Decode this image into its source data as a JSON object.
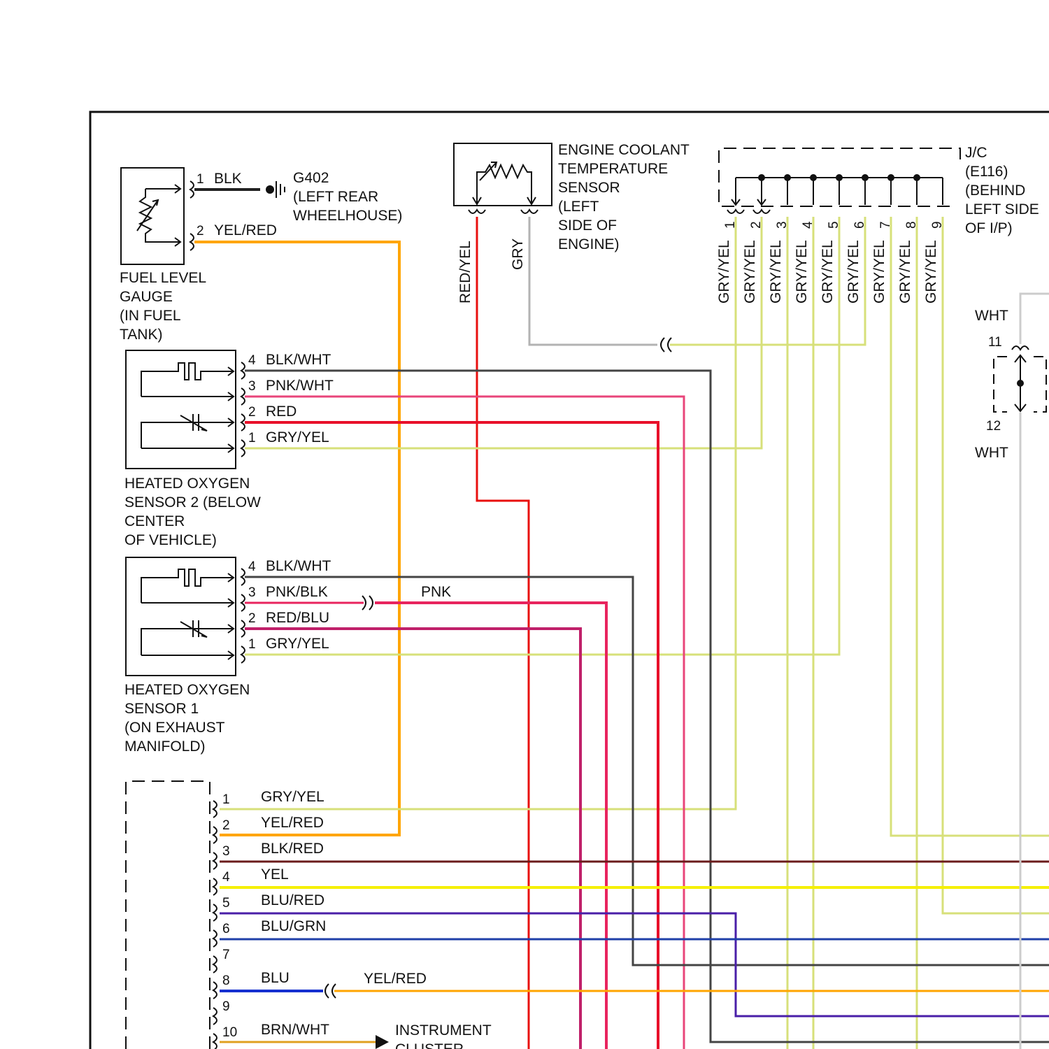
{
  "colors": {
    "YEL_RED": "#ffa500",
    "RED_YEL": "#e8100f",
    "GRY": "#b3b3b3",
    "GRY_YEL": "#d7e07a",
    "BLK_WHT": "#444444",
    "PNK_WHT": "#e8457a",
    "RED": "#e8102a",
    "PNK": "#e8245e",
    "RED_BLU": "#c0206a",
    "BLK_RED": "#6b1b1b",
    "YEL": "#f5f000",
    "BLU_RED": "#4a1fa8",
    "BLU_GRN": "#1f3fa8",
    "BLU": "#1530d0",
    "BRN_WHT": "#e0a020",
    "WHT": "#cccccc",
    "BLK": "#222222"
  },
  "fuel_gauge": {
    "label": [
      "FUEL LEVEL",
      "GAUGE",
      "(IN FUEL",
      "TANK)"
    ],
    "pins": [
      {
        "num": "1",
        "wire": "BLK"
      },
      {
        "num": "2",
        "wire": "YEL/RED"
      }
    ]
  },
  "ground": {
    "label": [
      "G402",
      "(LEFT REAR",
      "WHEELHOUSE)"
    ]
  },
  "ect_sensor": {
    "label": [
      "ENGINE COOLANT",
      "TEMPERATURE",
      "SENSOR",
      "(LEFT",
      "SIDE OF",
      "ENGINE)"
    ],
    "wires": [
      "RED/YEL",
      "GRY"
    ]
  },
  "jc": {
    "label": [
      "J/C",
      "(E116)",
      "(BEHIND",
      "LEFT SIDE",
      "OF I/P)"
    ],
    "pins": [
      {
        "num": "1",
        "wire": "GRY/YEL"
      },
      {
        "num": "2",
        "wire": "GRY/YEL"
      },
      {
        "num": "3",
        "wire": "GRY/YEL"
      },
      {
        "num": "4",
        "wire": "GRY/YEL"
      },
      {
        "num": "5",
        "wire": "GRY/YEL"
      },
      {
        "num": "6",
        "wire": "GRY/YEL"
      },
      {
        "num": "7",
        "wire": "GRY/YEL"
      },
      {
        "num": "8",
        "wire": "GRY/YEL"
      },
      {
        "num": "9",
        "wire": "GRY/YEL"
      }
    ]
  },
  "ho2s2": {
    "label": [
      "HEATED OXYGEN",
      "SENSOR 2 (BELOW",
      "CENTER",
      "OF VEHICLE)"
    ],
    "pins": [
      {
        "num": "4",
        "wire": "BLK/WHT"
      },
      {
        "num": "3",
        "wire": "PNK/WHT"
      },
      {
        "num": "2",
        "wire": "RED"
      },
      {
        "num": "1",
        "wire": "GRY/YEL"
      }
    ]
  },
  "ho2s1": {
    "label": [
      "HEATED OXYGEN",
      "SENSOR 1",
      "(ON EXHAUST",
      "MANIFOLD)"
    ],
    "pins": [
      {
        "num": "4",
        "wire": "BLK/WHT"
      },
      {
        "num": "3",
        "wire": "PNK/BLK"
      },
      {
        "num": "2",
        "wire": "RED/BLU"
      },
      {
        "num": "1",
        "wire": "GRY/YEL"
      }
    ],
    "pnk_label": "PNK"
  },
  "right_connector": {
    "wire_top": "WHT",
    "pin_top": "11",
    "pin_bottom": "12",
    "wire_bottom": "WHT"
  },
  "pcm": {
    "pins": [
      {
        "num": "1",
        "wire": "GRY/YEL"
      },
      {
        "num": "2",
        "wire": "YEL/RED"
      },
      {
        "num": "3",
        "wire": "BLK/RED"
      },
      {
        "num": "4",
        "wire": "YEL"
      },
      {
        "num": "5",
        "wire": "BLU/RED"
      },
      {
        "num": "6",
        "wire": "BLU/GRN"
      },
      {
        "num": "7",
        "wire": ""
      },
      {
        "num": "8",
        "wire": "BLU"
      },
      {
        "num": "9",
        "wire": ""
      },
      {
        "num": "10",
        "wire": "BRN/WHT"
      }
    ],
    "pin8_far_wire": "YEL/RED",
    "instrument_label": [
      "INSTRUMENT",
      "CLUSTER"
    ]
  }
}
